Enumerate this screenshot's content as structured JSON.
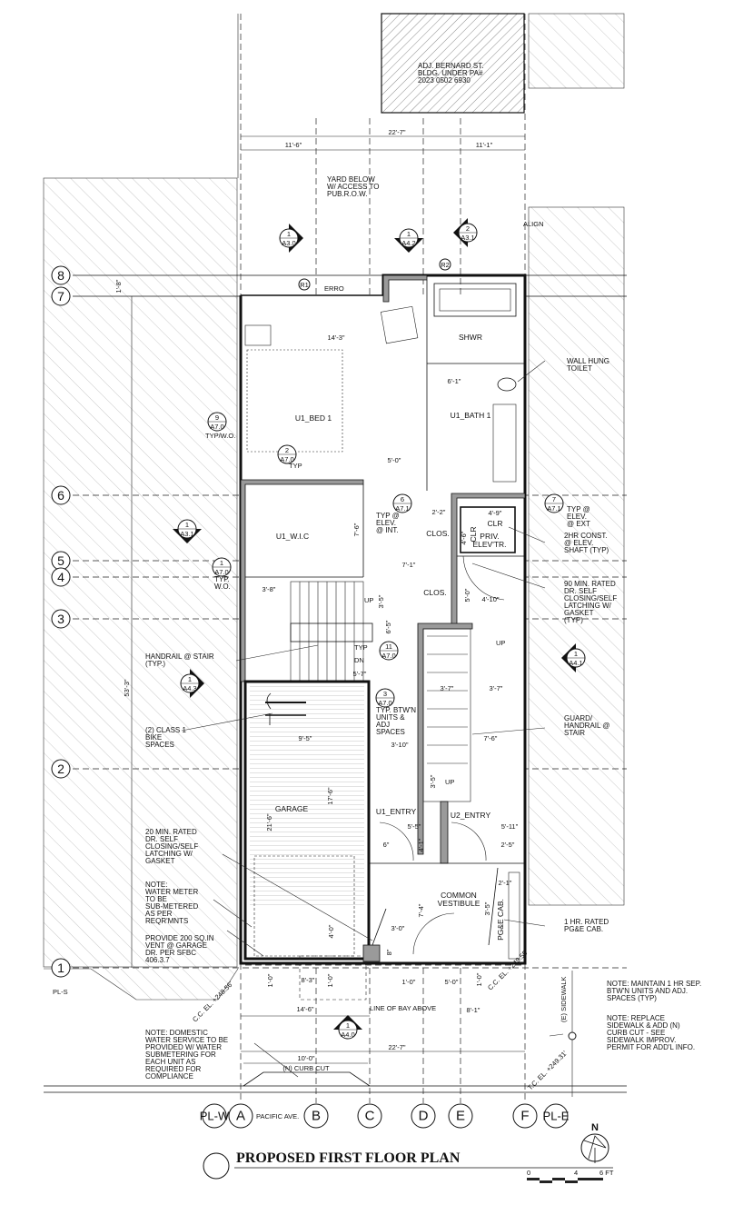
{
  "title": "PROPOSED FIRST FLOOR PLAN",
  "north_label": "N",
  "scale_bar": [
    "0",
    "4",
    "6 FT"
  ],
  "grid_rows": [
    "8",
    "7",
    "6",
    "5",
    "4",
    "3",
    "2",
    "1"
  ],
  "grid_cols": [
    "PL-W",
    "A",
    "B",
    "C",
    "D",
    "E",
    "F",
    "PL-E"
  ],
  "street": "PACIFIC AVE.",
  "pl_s": "PL-S",
  "rooms": {
    "bed": "U1_BED 1",
    "bath": "U1_BATH 1",
    "wic": "U1_W.I.C",
    "shower": "SHWR",
    "closet_1": "CLOS.",
    "closet_2": "CLOS.",
    "clear": "CLR",
    "clear_v": "CLR",
    "elevator": [
      "PRIV.",
      "ELEV'TR."
    ],
    "garage": "GARAGE",
    "u1_entry": "U1_ENTRY",
    "u2_entry": "U2_ENTRY",
    "vestibule": [
      "COMMON",
      "VESTIBULE"
    ],
    "pge": "PG&E CAB."
  },
  "labels": {
    "align": "ALIGN",
    "erro": "ERRO",
    "r1": "R1",
    "r2": "R2",
    "up_1": "UP",
    "up_2": "UP",
    "up_3": "UP",
    "dn": "DN",
    "typ_stair": "TYP",
    "typ_2": "TYP",
    "typ_wo_9": "TYP/W.O.",
    "sidewalk": "(E) SIDEWALK",
    "cc_el_left": "C.C. EL. +248.56'",
    "cc_el_right": "C.C. EL. +249.55'",
    "tc_el": "T.C. EL. +249.31'",
    "bay_line": "LINE OF BAY ABOVE"
  },
  "notes": {
    "adj_bldg": [
      "ADJ. BERNARD ST.",
      "BLDG. UNDER PA#",
      "2023 0502 6930"
    ],
    "yard": [
      "YARD BELOW",
      "W/ ACCESS TO",
      "PUB.R.O.W."
    ],
    "wall_hung": [
      "WALL HUNG",
      "TOILET"
    ],
    "typ_elev_ext": [
      "TYP @",
      "ELEV.",
      "@ EXT"
    ],
    "shaft": [
      "2HR CONST.",
      "@ ELEV.",
      "SHAFT (TYP)"
    ],
    "typ_elev_int": [
      "TYP @",
      "ELEV.",
      "@ INT."
    ],
    "door_90": [
      "90 MIN. RATED",
      "DR. SELF",
      "CLOSING/SELF",
      "LATCHING W/",
      "GASKET",
      "(TYP)"
    ],
    "typ_wo_1": [
      "TYP.",
      "W.O."
    ],
    "handrail": [
      "HANDRAIL @ STAIR",
      "(TYP.)"
    ],
    "guard": [
      "GUARD/",
      "HANDRAIL @",
      "STAIR"
    ],
    "bike": [
      "(2) CLASS 1",
      "BIKE",
      "SPACES"
    ],
    "typ_btwn": [
      "TYP. BTW'N",
      "UNITS &",
      "ADJ",
      "SPACES"
    ],
    "door_20": [
      "20 MIN. RATED",
      "DR. SELF",
      "CLOSING/SELF",
      "LATCHING W/",
      "GASKET"
    ],
    "water_meter": [
      "NOTE:",
      "WATER METER",
      "TO BE",
      "SUB-METERED",
      "AS PER",
      "REQR'MNTS"
    ],
    "vent": [
      "PROVIDE 200 SQ.IN",
      "VENT @ GARAGE",
      "DR. PER SFBC",
      "406.3.7"
    ],
    "pge_rated": [
      "1 HR. RATED",
      "PG&E CAB."
    ],
    "domestic_water": [
      "NOTE: DOMESTIC",
      "WATER SERVICE TO  BE",
      "PROVIDED W/ WATER",
      "SUBMETERING FOR",
      "EACH UNIT AS",
      "REQUIRED FOR",
      "COMPLIANCE"
    ],
    "maintain": [
      "NOTE: MAINTAIN 1 HR SEP.",
      "BTW'N UNITS AND ADJ.",
      "SPACES (TYP)"
    ],
    "replace": [
      "NOTE:  REPLACE",
      "SIDEWALK & ADD (N)",
      "CURB CUT - SEE",
      "SIDEWALK IMPROV.",
      "PERMIT FOR ADD'L INFO."
    ]
  },
  "section_markers": [
    {
      "num": "1",
      "sheet": "A3.0",
      "dir": "right"
    },
    {
      "num": "1",
      "sheet": "A4.2",
      "dir": "down"
    },
    {
      "num": "2",
      "sheet": "A3.1",
      "dir": "left"
    },
    {
      "num": "1",
      "sheet": "A3.1",
      "dir": "down"
    },
    {
      "num": "1",
      "sheet": "A4.1",
      "dir": "left"
    },
    {
      "num": "1",
      "sheet": "A4.3",
      "dir": "right"
    },
    {
      "num": "1",
      "sheet": "A4.0",
      "dir": "up"
    }
  ],
  "detail_tags": [
    {
      "num": "9",
      "sheet": "A7.0"
    },
    {
      "num": "2",
      "sheet": "A7.0"
    },
    {
      "num": "6",
      "sheet": "A7.1"
    },
    {
      "num": "7",
      "sheet": "A7.1"
    },
    {
      "num": "1",
      "sheet": "A7.0"
    },
    {
      "num": "11",
      "sheet": "A7.0"
    },
    {
      "num": "3",
      "sheet": "A7.0"
    }
  ],
  "dimensions": [
    "22'-7\"",
    "11'-6\"",
    "11'-1\"",
    "1'-8\"",
    "14'-3\"",
    "6'-1\"",
    "5'-0\"",
    "4'-9\"",
    "2'-2\"",
    "7'-1\"",
    "3'-8\"",
    "4'-10\"",
    "5'-0\"",
    "7'-6\"",
    "5'-7\"",
    "3'-7\"",
    "3'-7\"",
    "9'-5\"",
    "3'-10\"",
    "7'-6\"",
    "17'-6\"",
    "21'-6\"",
    "4'-0\"",
    "5'-5\"",
    "5'-11\"",
    "6\"",
    "2'-5\"",
    "7'-4\"",
    "4'-1\"",
    "3'-0\"",
    "1'-0\"",
    "8'-3\"",
    "1'-0\"",
    "14'-6\"",
    "1'-0\"",
    "5'-0\"",
    "8'-1\"",
    "1'-0\"",
    "22'-7\"",
    "10'-0\"",
    "(N) CURB CUT",
    "53'-3\"",
    "3'-5\"",
    "6'-5\"",
    "3'-5\"",
    "2'-1\"",
    "4'-6\"",
    "3'-5\"",
    "8\""
  ]
}
